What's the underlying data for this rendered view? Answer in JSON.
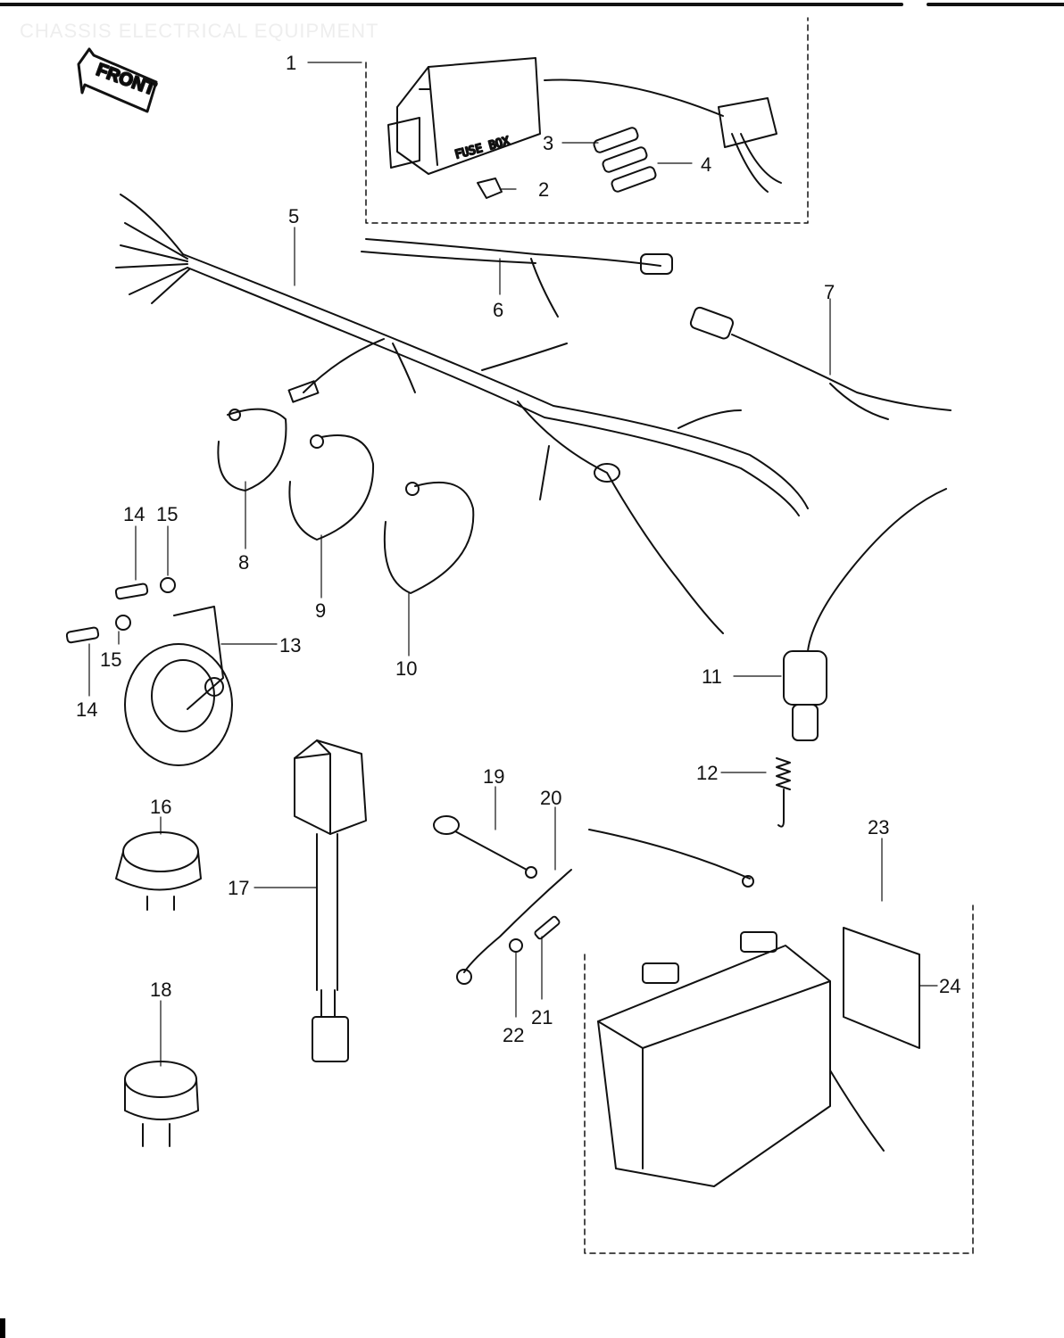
{
  "header": {
    "title": "CHASSIS ELECTRICAL EQUIPMENT"
  },
  "orientation": {
    "front_label": "FRONT"
  },
  "components": {
    "fuse_box_label": "FUSE BOX"
  },
  "callouts": [
    "1",
    "2",
    "3",
    "4",
    "5",
    "6",
    "7",
    "8",
    "9",
    "10",
    "11",
    "12",
    "13",
    "14",
    "15",
    "14",
    "15",
    "16",
    "17",
    "18",
    "19",
    "20",
    "21",
    "22",
    "23",
    "24"
  ]
}
